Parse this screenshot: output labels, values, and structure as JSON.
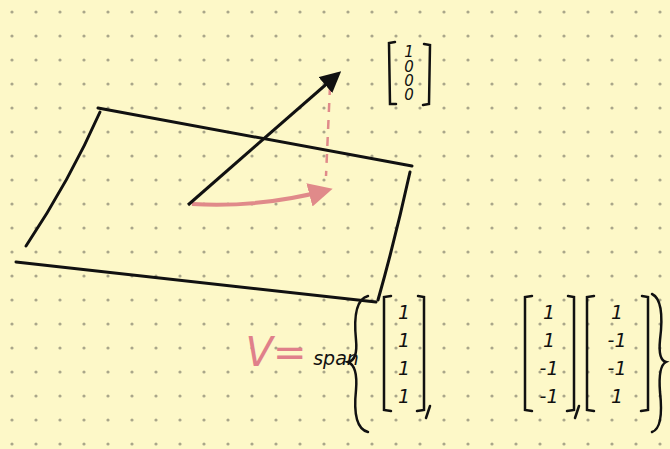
{
  "diagram": {
    "labels": [
      "1",
      "0",
      "0",
      "0",
      "V=",
      "span",
      "1",
      "1",
      "1",
      "1",
      "1",
      "1",
      "-1",
      "-1",
      "1",
      "-1",
      "-1",
      "1"
    ]
  }
}
